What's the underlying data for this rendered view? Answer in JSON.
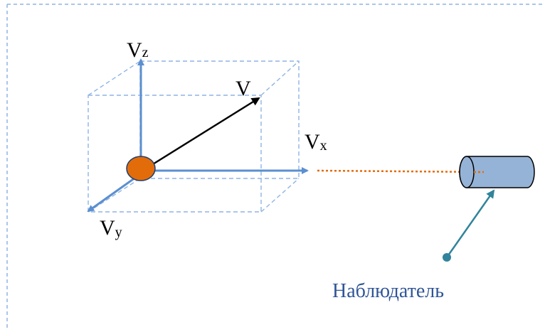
{
  "labels": {
    "v": "V",
    "vx_main": "V",
    "vx_sub": "x",
    "vy_main": "V",
    "vy_sub": "y",
    "vz_main": "V",
    "vz_sub": "z",
    "observer": "Наблюдатель"
  },
  "colors": {
    "frame": "#8fb4e3",
    "axis": "#5b8fd0",
    "box_dashed": "#8fb4e3",
    "velocity": "#000000",
    "particle_fill": "#e36c0a",
    "particle_stroke": "#1f3f6e",
    "line_of_sight": "#e36c0a",
    "detector_fill": "#95b3d7",
    "detector_stroke": "#000000",
    "observer_pointer": "#31849b",
    "observer_text": "#2f5597",
    "label_text": "#000000"
  },
  "icons": {
    "particle": "orange-ellipse",
    "detector": "cylinder",
    "observer": "dot-with-arrow"
  }
}
